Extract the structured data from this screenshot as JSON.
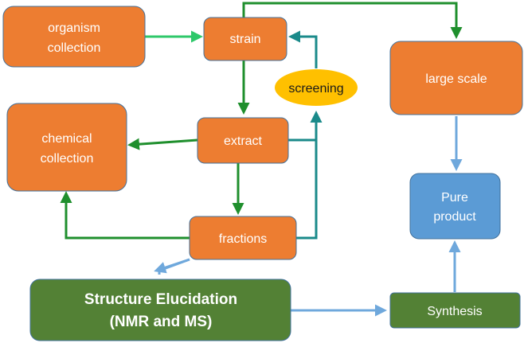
{
  "nodes": {
    "organism_collection": {
      "line1": "organism",
      "line2": "collection"
    },
    "strain": {
      "label": "strain"
    },
    "large_scale": {
      "label": "large scale"
    },
    "screening": {
      "label": "screening"
    },
    "chemical_collection": {
      "line1": "chemical",
      "line2": "collection"
    },
    "extract": {
      "label": "extract"
    },
    "pure_product": {
      "line1": "Pure",
      "line2": "product"
    },
    "fractions": {
      "label": "fractions"
    },
    "structure_elucidation": {
      "line1": "Structure Elucidation",
      "line2": "(NMR and MS)"
    },
    "synthesis": {
      "label": "Synthesis"
    }
  },
  "colors": {
    "orange_fill": "#ed7d31",
    "orange_border": "#41719c",
    "blue_fill": "#5b9bd5",
    "dark_green_fill": "#538135",
    "yellow_fill": "#ffc000",
    "green_arrow": "#1f8f2d",
    "light_green_arrow": "#2ec86a",
    "teal_arrow": "#1a8a8a",
    "blue_arrow": "#6fa8dc"
  }
}
